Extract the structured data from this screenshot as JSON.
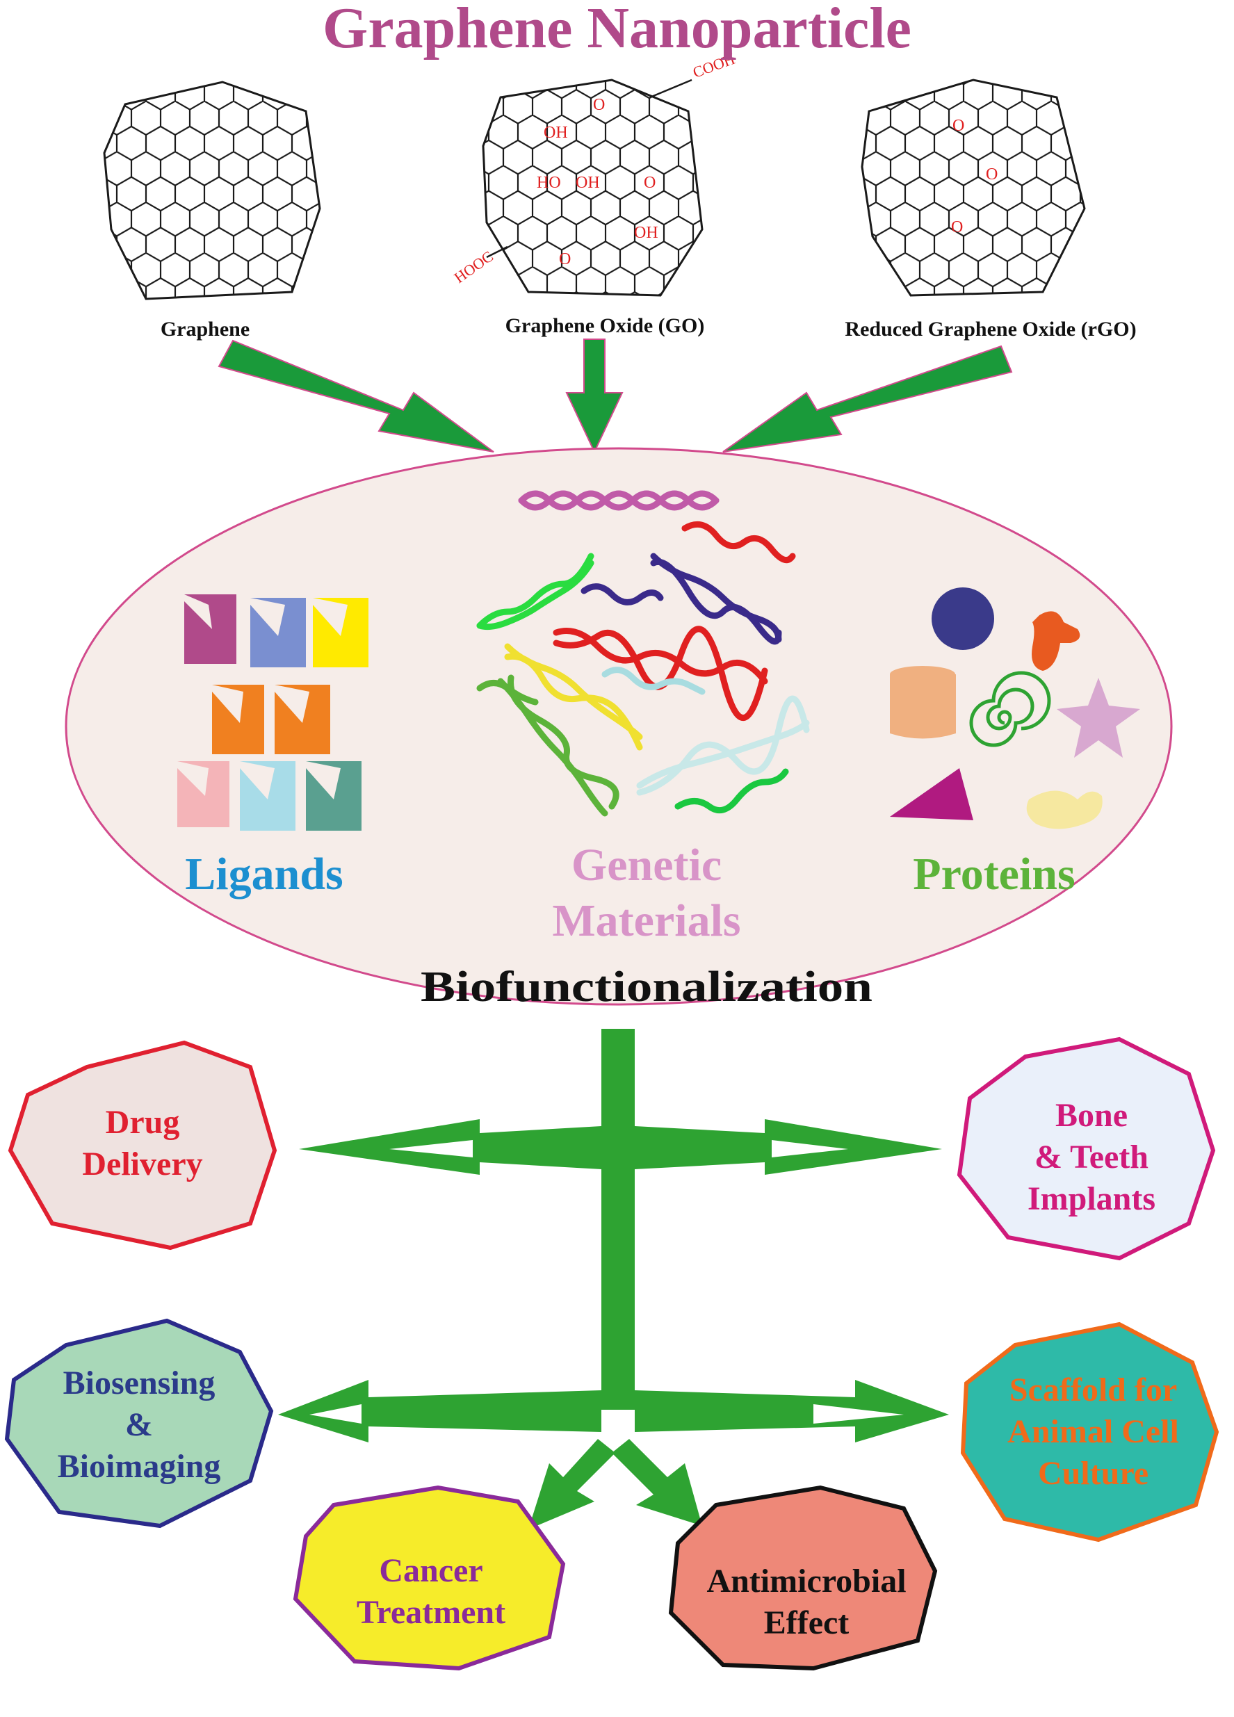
{
  "title": "Graphene Nanoparticle",
  "structures": [
    {
      "id": "graphene",
      "label": "Graphene"
    },
    {
      "id": "go",
      "label": "Graphene Oxide (GO)",
      "groups": [
        "COOH",
        "O",
        "OH",
        "HO",
        "OH",
        "O",
        "OH",
        "O",
        "HOOC"
      ]
    },
    {
      "id": "rgo",
      "label": "Reduced Graphene Oxide (rGO)",
      "groups": [
        "O",
        "O",
        "O"
      ]
    }
  ],
  "categories": {
    "ligands": "Ligands",
    "genetic": [
      "Genetic",
      "Materials"
    ],
    "proteins": "Proteins"
  },
  "biofunctionalization": "Biofunctionalization",
  "applications": [
    {
      "id": "drug",
      "lines": [
        "Drug",
        "Delivery"
      ]
    },
    {
      "id": "bone",
      "lines": [
        "Bone",
        "& Teeth",
        "Implants"
      ]
    },
    {
      "id": "biosensing",
      "lines": [
        "Biosensing",
        "&",
        "Bioimaging"
      ]
    },
    {
      "id": "scaffold",
      "lines": [
        "Scaffold for",
        "Animal Cell",
        "Culture"
      ]
    },
    {
      "id": "cancer",
      "lines": [
        "Cancer",
        "Treatment"
      ]
    },
    {
      "id": "antimicrobial",
      "lines": [
        "Antimicrobial",
        "Effect"
      ]
    }
  ],
  "colors": {
    "title": "#b04a8a",
    "arrow_green": "#1a9a3a",
    "trunk_green": "#2ea332",
    "ellipse_fill": "#f6ede9",
    "ellipse_stroke": "#d24a8c",
    "ligands_text": "#1c8fd0",
    "genetic_text": "#d894c8",
    "proteins_text": "#5cb33a",
    "group_red": "#e02020"
  }
}
